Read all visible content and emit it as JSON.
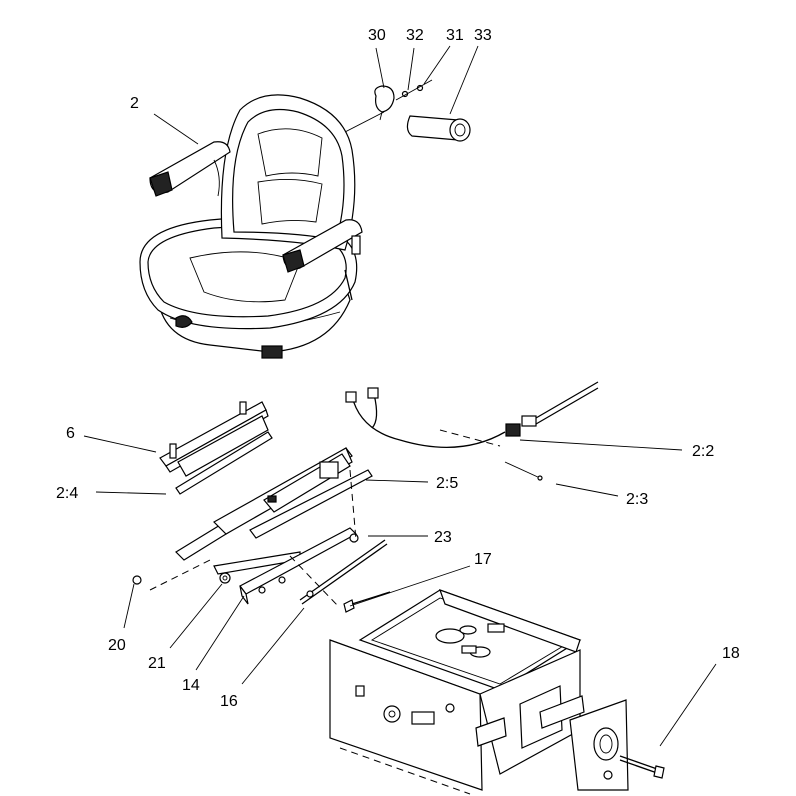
{
  "callouts": {
    "c30": "30",
    "c32": "32",
    "c31": "31",
    "c33": "33",
    "c2": "2",
    "c6": "6",
    "c2_2": "2:2",
    "c2_4": "2:4",
    "c2_5": "2:5",
    "c2_3": "2:3",
    "c23": "23",
    "c17": "17",
    "c20": "20",
    "c21": "21",
    "c14": "14",
    "c16": "16",
    "c18": "18"
  }
}
